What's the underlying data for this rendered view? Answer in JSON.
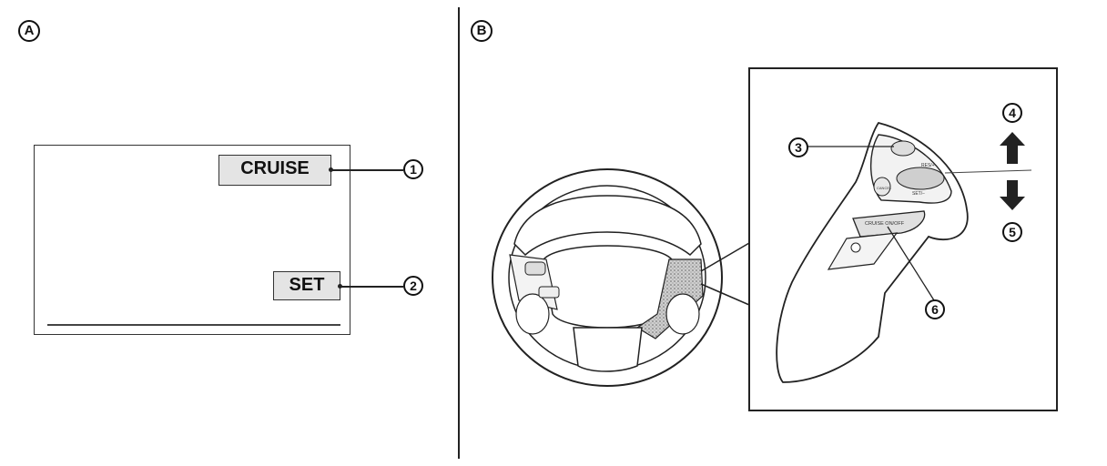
{
  "panel_a": {
    "label": "A"
  },
  "panel_b": {
    "label": "B"
  },
  "display": {
    "cruise_text": "CRUISE",
    "set_text": "SET"
  },
  "callouts": {
    "c1": "1",
    "c2": "2",
    "c3": "3",
    "c4": "4",
    "c5": "5",
    "c6": "6"
  },
  "switch_labels": {
    "res_acc": "RES/+",
    "set_coast": "SET/−",
    "cruise_onoff": "CRUISE ON/OFF",
    "cancel": "CANCEL"
  }
}
